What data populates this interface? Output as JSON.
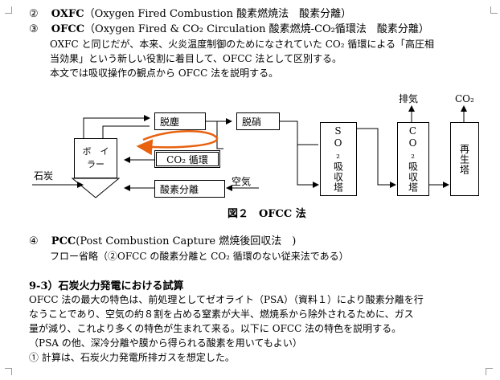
{
  "items": {
    "oxfc": {
      "num": "②",
      "name": "OXFC",
      "desc": "（Oxygen Fired Combustion 酸素燃焼法　酸素分離）"
    },
    "ofcc": {
      "num": "③",
      "name": "OFCC",
      "desc": "（Oxygen Fired & CO₂ Circulation 酸素燃焼-CO₂循環法　酸素分離）",
      "line1": "OXFC と同じだが、本来、火炎温度制御のためになされていた CO₂ 循環による「高圧相",
      "line2": "当効果」という新しい役割に着目して、OFCC 法として区別する。",
      "line3": "本文では吸収操作の観点から OFCC 法を説明する。"
    },
    "pcc": {
      "num": "④",
      "name": "PCC",
      "desc": "(Post Combustion Capture 燃焼後回収法　)",
      "line1": "フロー省略（②OFCC の酸素分離と CO₂ 循環のない従来法である）"
    }
  },
  "diagram": {
    "boiler": "ボ　イ\nラー",
    "desulf": "脱塵",
    "denox": "脱硝",
    "co2_loop": "CO₂ 循環",
    "oxygen_sep": "酸素分離",
    "air": "空気",
    "coal": "石炭",
    "so2_abs": "SO₂吸収塔",
    "co2_abs": "CO₂吸収塔",
    "regen": "再生塔",
    "exhaust": "排気",
    "co2_out": "CO₂",
    "caption": "図２　OFCC 法",
    "colors": {
      "orange": "#e8620f"
    }
  },
  "section": {
    "heading": "9-3）石炭火力発電における試算",
    "p1": "OFCC 法の最大の特色は、前処理としてゼオライト（PSA）（資料１）により酸素分離を行",
    "p2": "なうことであり、空気の約８割を占める窒素が大半、燃焼系から除外されるために、ガス",
    "p3": "量が減り、これより多くの特色が生まれて来る。以下に OFCC 法の特色を説明する。",
    "p4": "（PSA の他、深冷分離や膜から得られる酸素を用いてもよい）",
    "p5": "①  計算は、石炭火力発電所排ガスを想定した。"
  }
}
